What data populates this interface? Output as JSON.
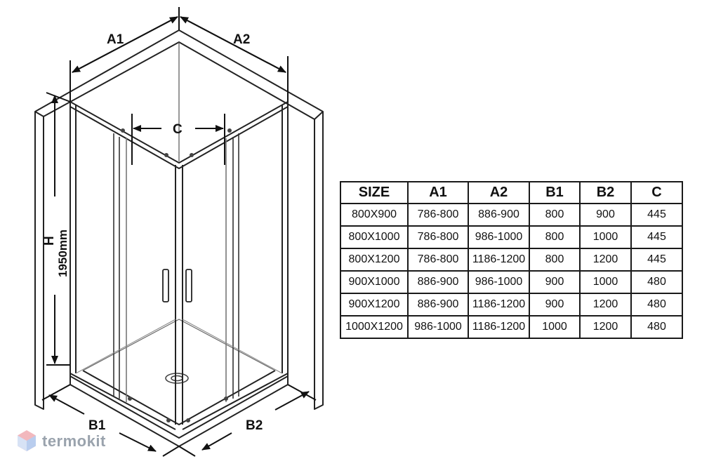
{
  "dimensions": {
    "a1": "A1",
    "a2": "A2",
    "c": "C",
    "h": "H",
    "height_value": "1950mm",
    "b1": "B1",
    "b2": "B2"
  },
  "table": {
    "headers": [
      "SIZE",
      "A1",
      "A2",
      "B1",
      "B2",
      "C"
    ],
    "rows": [
      [
        "800X900",
        "786-800",
        "886-900",
        "800",
        "900",
        "445"
      ],
      [
        "800X1000",
        "786-800",
        "986-1000",
        "800",
        "1000",
        "445"
      ],
      [
        "800X1200",
        "786-800",
        "1186-1200",
        "800",
        "1200",
        "445"
      ],
      [
        "900X1000",
        "886-900",
        "986-1000",
        "900",
        "1000",
        "480"
      ],
      [
        "900X1200",
        "886-900",
        "1186-1200",
        "900",
        "1200",
        "480"
      ],
      [
        "1000X1200",
        "986-1000",
        "1186-1200",
        "1000",
        "1200",
        "480"
      ]
    ]
  },
  "watermark": {
    "text": "termokit"
  }
}
